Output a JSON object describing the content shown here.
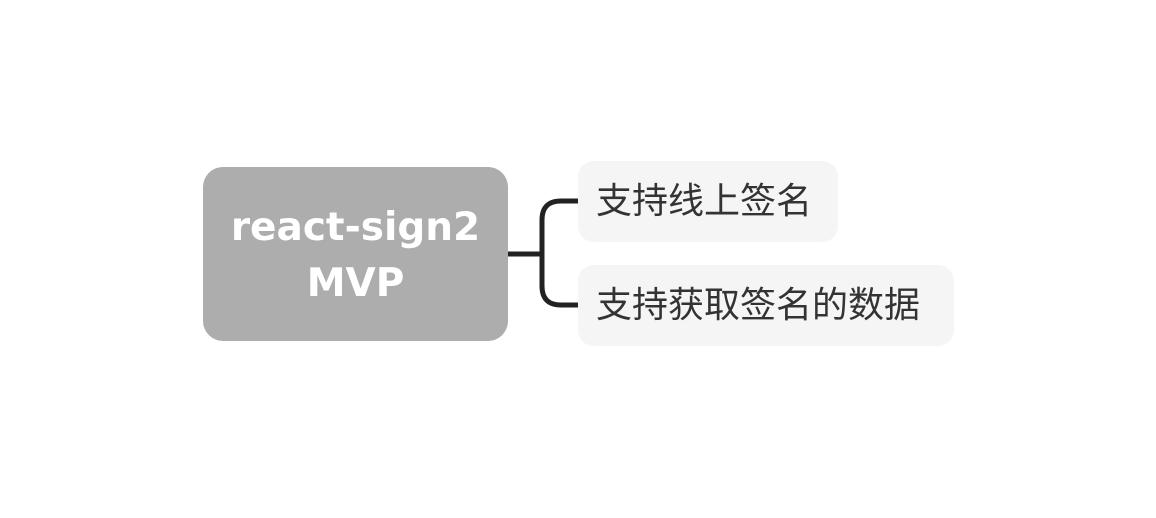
{
  "mindmap": {
    "root": {
      "line1": "react-sign2",
      "line2": "MVP"
    },
    "children": [
      {
        "label": "支持线上签名"
      },
      {
        "label": "支持获取签名的数据"
      }
    ]
  },
  "colors": {
    "root_fill": "#adadad",
    "root_text": "#ffffff",
    "child_fill": "#f5f5f5",
    "child_text": "#333333",
    "connector": "#222222"
  }
}
